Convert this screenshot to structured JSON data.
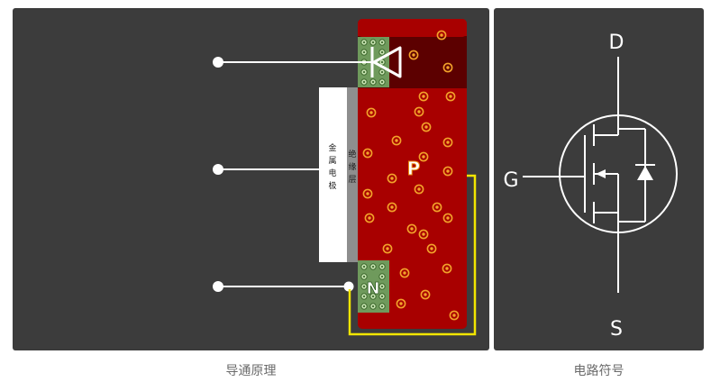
{
  "captions": {
    "left": "导通原理",
    "right": "电路符号"
  },
  "left_diagram": {
    "gate_electrode_label": [
      "金",
      "属",
      "电",
      "极"
    ],
    "insulator_label": [
      "绝",
      "缘",
      "层"
    ],
    "p_region_label": "P",
    "n_region_label": "N"
  },
  "symbol": {
    "drain_label": "D",
    "gate_label": "G",
    "source_label": "S"
  },
  "colors": {
    "panel_bg": "#3c3c3c",
    "p_substrate": "#a80000",
    "p_dark": "#5a0000",
    "n_region": "#6f9a5c",
    "carrier": "#f0a020",
    "wire_white": "#ffffff",
    "wire_yellow": "#f2e600",
    "caption_text": "#6b6b6b"
  }
}
